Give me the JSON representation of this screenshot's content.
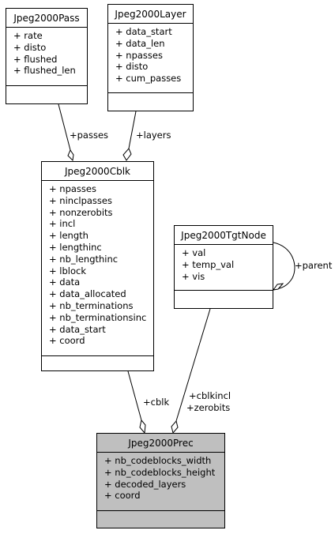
{
  "classes": {
    "pass": {
      "name": "Jpeg2000Pass",
      "attributes": [
        "+ rate",
        "+ disto",
        "+ flushed",
        "+ flushed_len"
      ]
    },
    "layer": {
      "name": "Jpeg2000Layer",
      "attributes": [
        "+ data_start",
        "+ data_len",
        "+ npasses",
        "+ disto",
        "+ cum_passes"
      ]
    },
    "cblk": {
      "name": "Jpeg2000Cblk",
      "attributes": [
        "+ npasses",
        "+ ninclpasses",
        "+ nonzerobits",
        "+ incl",
        "+ length",
        "+ lengthinc",
        "+ nb_lengthinc",
        "+ lblock",
        "+ data",
        "+ data_allocated",
        "+ nb_terminations",
        "+ nb_terminationsinc",
        "+ data_start",
        "+ coord"
      ]
    },
    "tgt": {
      "name": "Jpeg2000TgtNode",
      "attributes": [
        "+ val",
        "+ temp_val",
        "+ vis"
      ]
    },
    "prec": {
      "name": "Jpeg2000Prec",
      "attributes": [
        "+ nb_codeblocks_width",
        "+ nb_codeblocks_height",
        "+ decoded_layers",
        "+ coord"
      ]
    }
  },
  "edges": {
    "passes": "+passes",
    "layers": "+layers",
    "cblk": "+cblk",
    "cblkincl": "+cblkincl",
    "zerobits": "+zerobits",
    "parent": "+parent"
  },
  "colors": {
    "line": "#000000",
    "highlight": "#bfbfbf"
  }
}
